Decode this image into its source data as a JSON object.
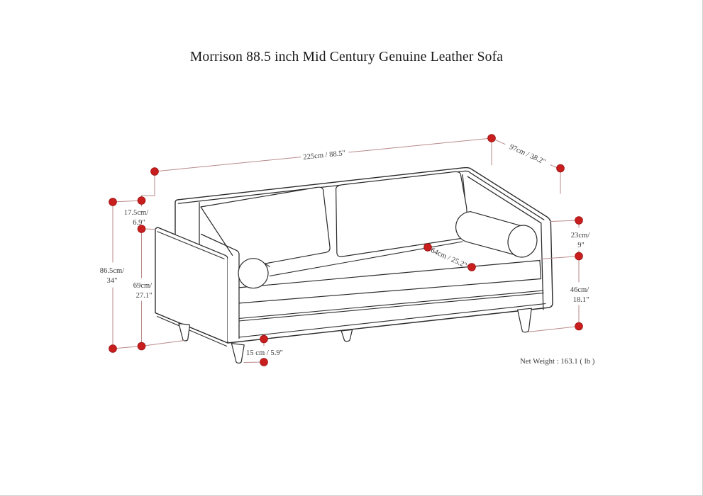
{
  "title": "Morrison 88.5 inch Mid Century Genuine Leather Sofa",
  "net_weight": "Net Weight : 163.1 ( lb )",
  "colors": {
    "background": "#ffffff",
    "sofa_outline": "#2b2b2b",
    "dimension_line": "#b98a8a",
    "dimension_dot": "#c81e1e",
    "dimension_dot_edge": "#9a1010",
    "label_text": "#3a3a3a"
  },
  "dimensions": {
    "overall_width": {
      "label": "225cm / 88.5\""
    },
    "overall_depth": {
      "label": "97cm / 38.2\""
    },
    "back_height_above_arm": {
      "line1": "17.5cm/",
      "line2": "6.9\""
    },
    "overall_height": {
      "line1": "86.5cm/",
      "line2": "34\""
    },
    "arm_height": {
      "line1": "69cm/",
      "line2": "27.1\""
    },
    "arm_above_seat": {
      "line1": "23cm/",
      "line2": "9\""
    },
    "seat_height": {
      "line1": "46cm/",
      "line2": "18.1\""
    },
    "seat_depth": {
      "label": "64cm / 25.2\""
    },
    "leg_height": {
      "label": "15 cm / 5.9\""
    }
  }
}
